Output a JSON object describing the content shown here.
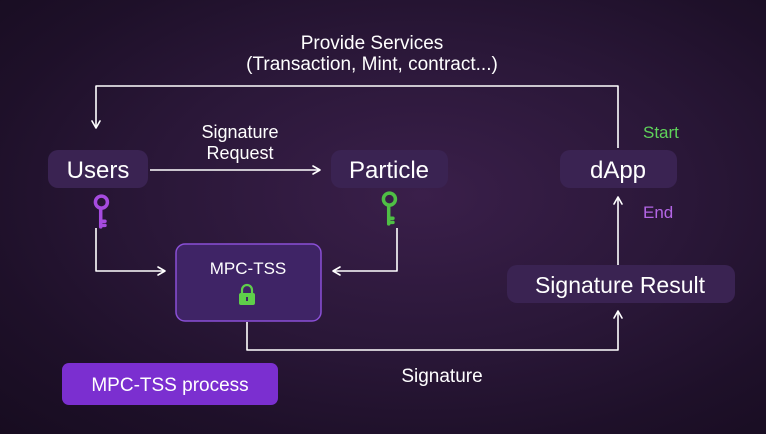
{
  "top_label": {
    "line1": "Provide Services",
    "line2": "(Transaction, Mint, contract...)"
  },
  "nodes": {
    "users": "Users",
    "particle": "Particle",
    "dapp": "dApp",
    "mpc_tss": "MPC-TSS",
    "signature_result": "Signature Result"
  },
  "edge_labels": {
    "signature_request_line1": "Signature",
    "signature_request_line2": "Request",
    "signature": "Signature"
  },
  "markers": {
    "start": "Start",
    "end": "End"
  },
  "legend": {
    "label": "MPC-TSS process"
  },
  "icons": {
    "users_key": "key-icon",
    "particle_key": "key-icon",
    "mpc_lock": "lock-icon"
  },
  "colors": {
    "node_fill": "#3a2352",
    "mpc_fill": "#3f2466",
    "mpc_border": "#8a4fd6",
    "legend_fill": "#7b2fd0",
    "start": "#5fd35a",
    "end": "#b466e6",
    "users_key": "#a64be0",
    "particle_key": "#4fbf45",
    "lock": "#5fcf4a"
  }
}
